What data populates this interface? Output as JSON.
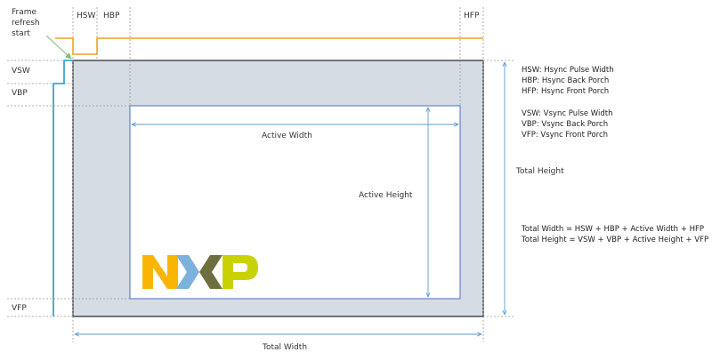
{
  "labels": {
    "frame_refresh": [
      "Frame",
      "refresh",
      "start"
    ],
    "hsw": "HSW",
    "hbp": "HBP",
    "hfp": "HFP",
    "vsw": "VSW",
    "vbp": "VBP",
    "vfp": "VFP",
    "active_width": "Active Width",
    "active_height": "Active Height",
    "total_height": "Total Height",
    "total_width": "Total Width"
  },
  "legend": {
    "horizontal": [
      "HSW: Hsync Pulse Width",
      "HBP: Hsync Back Porch",
      "HFP: Hsync Front Porch"
    ],
    "vertical": [
      "VSW: Vsync Pulse Width",
      "VBP: Vsync Back Porch",
      "VFP: Vsync Front Porch"
    ],
    "formulas": [
      "Total Width = HSW + HBP + Active Width + HFP",
      "Total Height = VSW + VBP + Active Height + VFP"
    ]
  },
  "logo": {
    "text": "NXP",
    "colors": {
      "n": "#F9B500",
      "x_left": "#7BB1DB",
      "x_right": "#6E6E3E",
      "p": "#C9D200"
    }
  },
  "colors": {
    "hsync_line": "#F0A020",
    "vsync_line": "#1F9BD0",
    "porch_fill": "#D6DCE4",
    "frame_border": "#333333",
    "active_border": "#4472C4",
    "arrow": "#5B9BD5",
    "dotted": "#999999"
  }
}
